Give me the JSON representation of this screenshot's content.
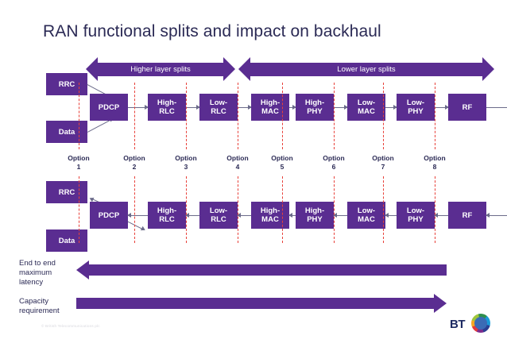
{
  "page": {
    "title": "RAN functional splits and impact on backhaul",
    "copyright": "© British Telecommunications plc",
    "brand": "BT",
    "accent_purple": "#5a2d91",
    "dash_red": "#e8413a",
    "title_navy": "#2b2a55"
  },
  "banners": [
    {
      "label": "Higher layer splits"
    },
    {
      "label": "Lower layer splits"
    }
  ],
  "downlink": {
    "sources": [
      {
        "label": "RRC"
      },
      {
        "label": "Data"
      }
    ],
    "chain": [
      {
        "line1": "PDCP",
        "line2": ""
      },
      {
        "line1": "High-",
        "line2": "RLC"
      },
      {
        "line1": "Low-",
        "line2": "RLC"
      },
      {
        "line1": "High-",
        "line2": "MAC"
      },
      {
        "line1": "High-",
        "line2": "PHY"
      },
      {
        "line1": "Low-",
        "line2": "MAC"
      },
      {
        "line1": "Low-",
        "line2": "PHY"
      },
      {
        "line1": "RF",
        "line2": ""
      }
    ]
  },
  "uplink": {
    "sources": [
      {
        "label": "RRC"
      },
      {
        "label": "Data"
      }
    ],
    "chain": [
      {
        "line1": "PDCP",
        "line2": ""
      },
      {
        "line1": "High-",
        "line2": "RLC"
      },
      {
        "line1": "Low-",
        "line2": "RLC"
      },
      {
        "line1": "High-",
        "line2": "MAC"
      },
      {
        "line1": "High-",
        "line2": "PHY"
      },
      {
        "line1": "Low-",
        "line2": "MAC"
      },
      {
        "line1": "Low-",
        "line2": "PHY"
      },
      {
        "line1": "RF",
        "line2": ""
      }
    ]
  },
  "options": [
    {
      "word": "Option",
      "number": "1"
    },
    {
      "word": "Option",
      "number": "2"
    },
    {
      "word": "Option",
      "number": "3"
    },
    {
      "word": "Option",
      "number": "4"
    },
    {
      "word": "Option",
      "number": "5"
    },
    {
      "word": "Option",
      "number": "6"
    },
    {
      "word": "Option",
      "number": "7"
    },
    {
      "word": "Option",
      "number": "8"
    }
  ],
  "metrics": [
    {
      "line1": "End to end",
      "line2": "maximum",
      "line3": "latency",
      "direction": "left"
    },
    {
      "line1": "Capacity",
      "line2": "requirement",
      "line3": "",
      "direction": "right"
    }
  ]
}
